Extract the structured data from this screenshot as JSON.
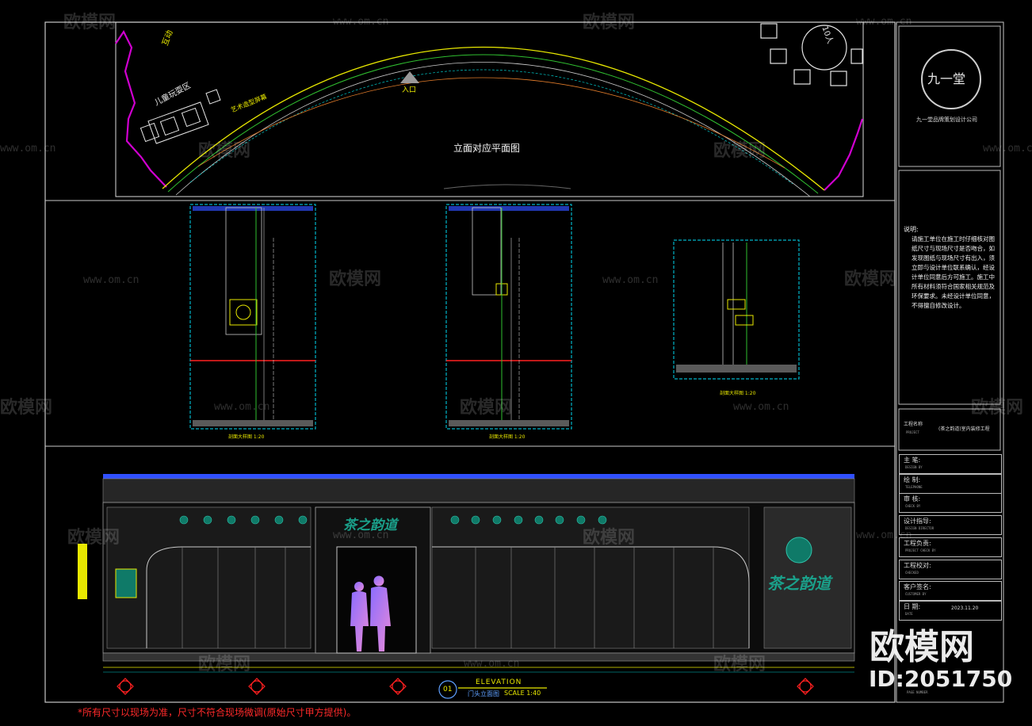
{
  "plan": {
    "title": "立面对应平面图",
    "labels": {
      "kids_area": "儿童玩耍区",
      "entrance": "入口",
      "screen_wall": "艺术造型屏幕",
      "top_left": "互动",
      "top_right": "10人"
    }
  },
  "sections": [
    {
      "caption": "剖面大样图 1:20"
    },
    {
      "caption": "剖面大样图 1:20"
    },
    {
      "caption": "剖面大样图 1:20"
    }
  ],
  "elevation": {
    "number": "01",
    "title": "ELEVATION",
    "subtitle": "门头立面图",
    "scale": "SCALE 1:40",
    "sign_text": "茶之韵道"
  },
  "footer_note": "*所有尺寸以现场为准，尺寸不符合现场微调(原始尺寸甲方提供)。",
  "title_block": {
    "logo_text": "九一堂",
    "company": "九一堂品牌策划设计公司",
    "notes_heading": "说明:",
    "notes_body": "请施工单位在施工时仔细核对图纸尺寸与现场尺寸是否吻合，如发现图纸与现场尺寸有出入，须立即与设计单位联系确认，经设计单位同意后方可施工。施工中所有材料须符合国家相关规范及环保要求。未经设计单位同意，不得擅自修改设计。",
    "project_label": "工程名称",
    "project_label_en": "PROJECT",
    "project_name": "(茶之韵道)室内装修工程",
    "rows": [
      {
        "label": "主 笔:",
        "sub": "DESIGN BY"
      },
      {
        "label": "绘 制:",
        "sub": "TELEPHONE"
      },
      {
        "label": "审 核:",
        "sub": "CHECK BY"
      },
      {
        "label": "设计指导:",
        "sub": "DESIGN DIRECTOR"
      },
      {
        "label": "工程负责:",
        "sub": "PROJECT CHECK BY"
      },
      {
        "label": "工程校对:",
        "sub": "CHECKED"
      },
      {
        "label": "客户签名:",
        "sub": "CUSTOMER BY"
      },
      {
        "label": "日 期:",
        "sub": "DATE",
        "value": "2023.11.20"
      }
    ],
    "page_label": "PAGE NUMBER"
  },
  "watermark": {
    "brand": "欧模网",
    "url": "www.om.cn",
    "big_brand": "欧模网",
    "id": "ID:2051750"
  },
  "colors": {
    "frame": "#c8c8c8",
    "cyan": "#00c8c8",
    "yellow": "#e8e800",
    "magenta": "#d000d0",
    "red": "#ff2020",
    "green": "#30c030",
    "blue": "#3050ff",
    "teal": "#1aa08a",
    "note_red": "#ff2a2a"
  }
}
